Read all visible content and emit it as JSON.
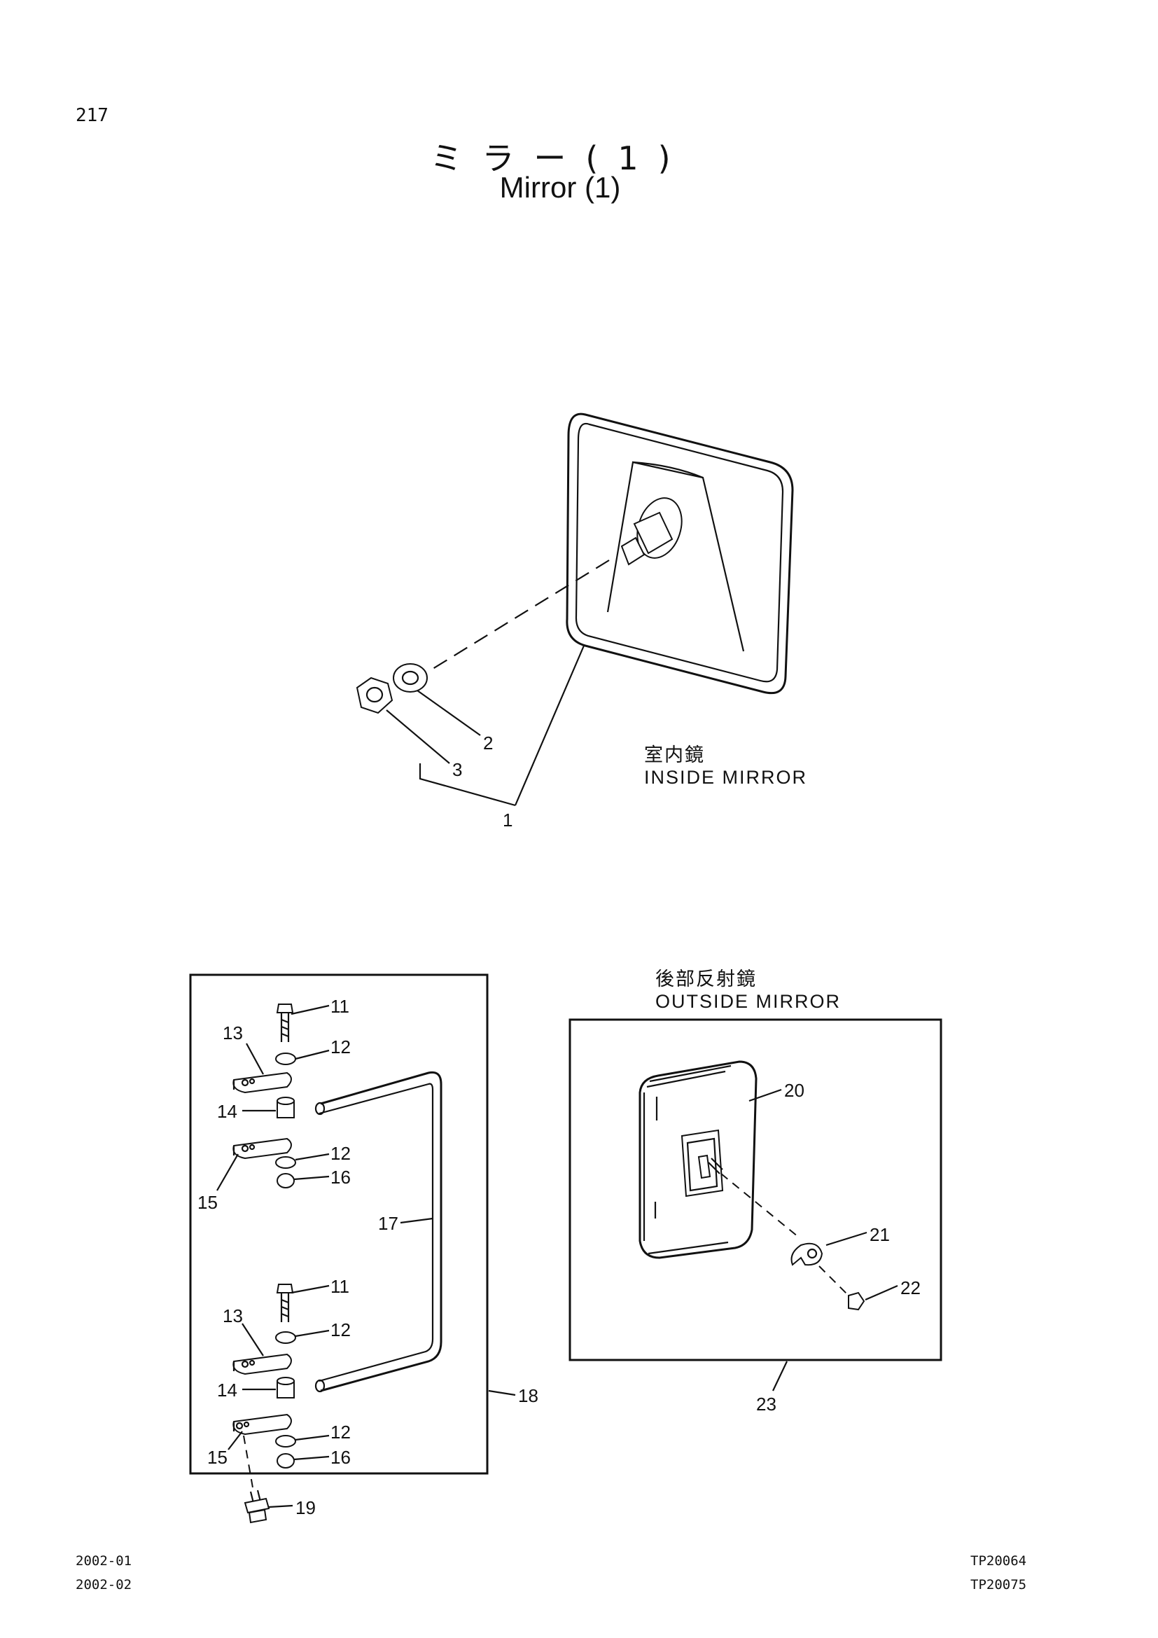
{
  "page": {
    "number": "217",
    "title_jp": "ミラー(1)",
    "title_en": "Mirror (1)"
  },
  "sections": {
    "inside": {
      "label_jp": "室内鏡",
      "label_en": "INSIDE MIRROR"
    },
    "outside": {
      "label_jp": "後部反射鏡",
      "label_en": "OUTSIDE MIRROR"
    }
  },
  "callouts": {
    "c1": "1",
    "c2": "2",
    "c3": "3",
    "c11a": "11",
    "c12a": "12",
    "c13a": "13",
    "c14a": "14",
    "c12b": "12",
    "c16a": "16",
    "c15a": "15",
    "c17": "17",
    "c11b": "11",
    "c13b": "13",
    "c12c": "12",
    "c14b": "14",
    "c18": "18",
    "c12d": "12",
    "c15b": "15",
    "c16b": "16",
    "c19": "19",
    "c20": "20",
    "c21": "21",
    "c22": "22",
    "c23": "23"
  },
  "footer": {
    "dates": [
      "2002-01",
      "2002-02"
    ],
    "codes": [
      "TP20064",
      "TP20075"
    ]
  }
}
